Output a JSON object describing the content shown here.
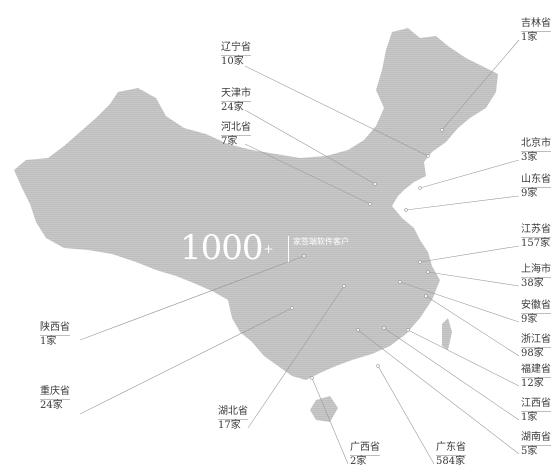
{
  "headline": {
    "number": "1000",
    "suffix": "+",
    "caption": "家签端软件客户"
  },
  "colors": {
    "map_fill": "#c8c8c8",
    "leader_line": "#9a9a9a",
    "text": "#3a3a3a"
  },
  "provinces": [
    {
      "name": "吉林省",
      "count": "1家"
    },
    {
      "name": "辽宁省",
      "count": "10家"
    },
    {
      "name": "天津市",
      "count": "24家"
    },
    {
      "name": "河北省",
      "count": "7家"
    },
    {
      "name": "北京市",
      "count": "3家"
    },
    {
      "name": "山东省",
      "count": "9家"
    },
    {
      "name": "江苏省",
      "count": "157家"
    },
    {
      "name": "上海市",
      "count": "38家"
    },
    {
      "name": "安徽省",
      "count": "9家"
    },
    {
      "name": "浙江省",
      "count": "98家"
    },
    {
      "name": "福建省",
      "count": "12家"
    },
    {
      "name": "江西省",
      "count": "1家"
    },
    {
      "name": "湖南省",
      "count": "5家"
    },
    {
      "name": "广东省",
      "count": "584家"
    },
    {
      "name": "广西省",
      "count": "2家"
    },
    {
      "name": "湖北省",
      "count": "17家"
    },
    {
      "name": "重庆省",
      "count": "24家"
    },
    {
      "name": "陕西省",
      "count": "1家"
    }
  ]
}
